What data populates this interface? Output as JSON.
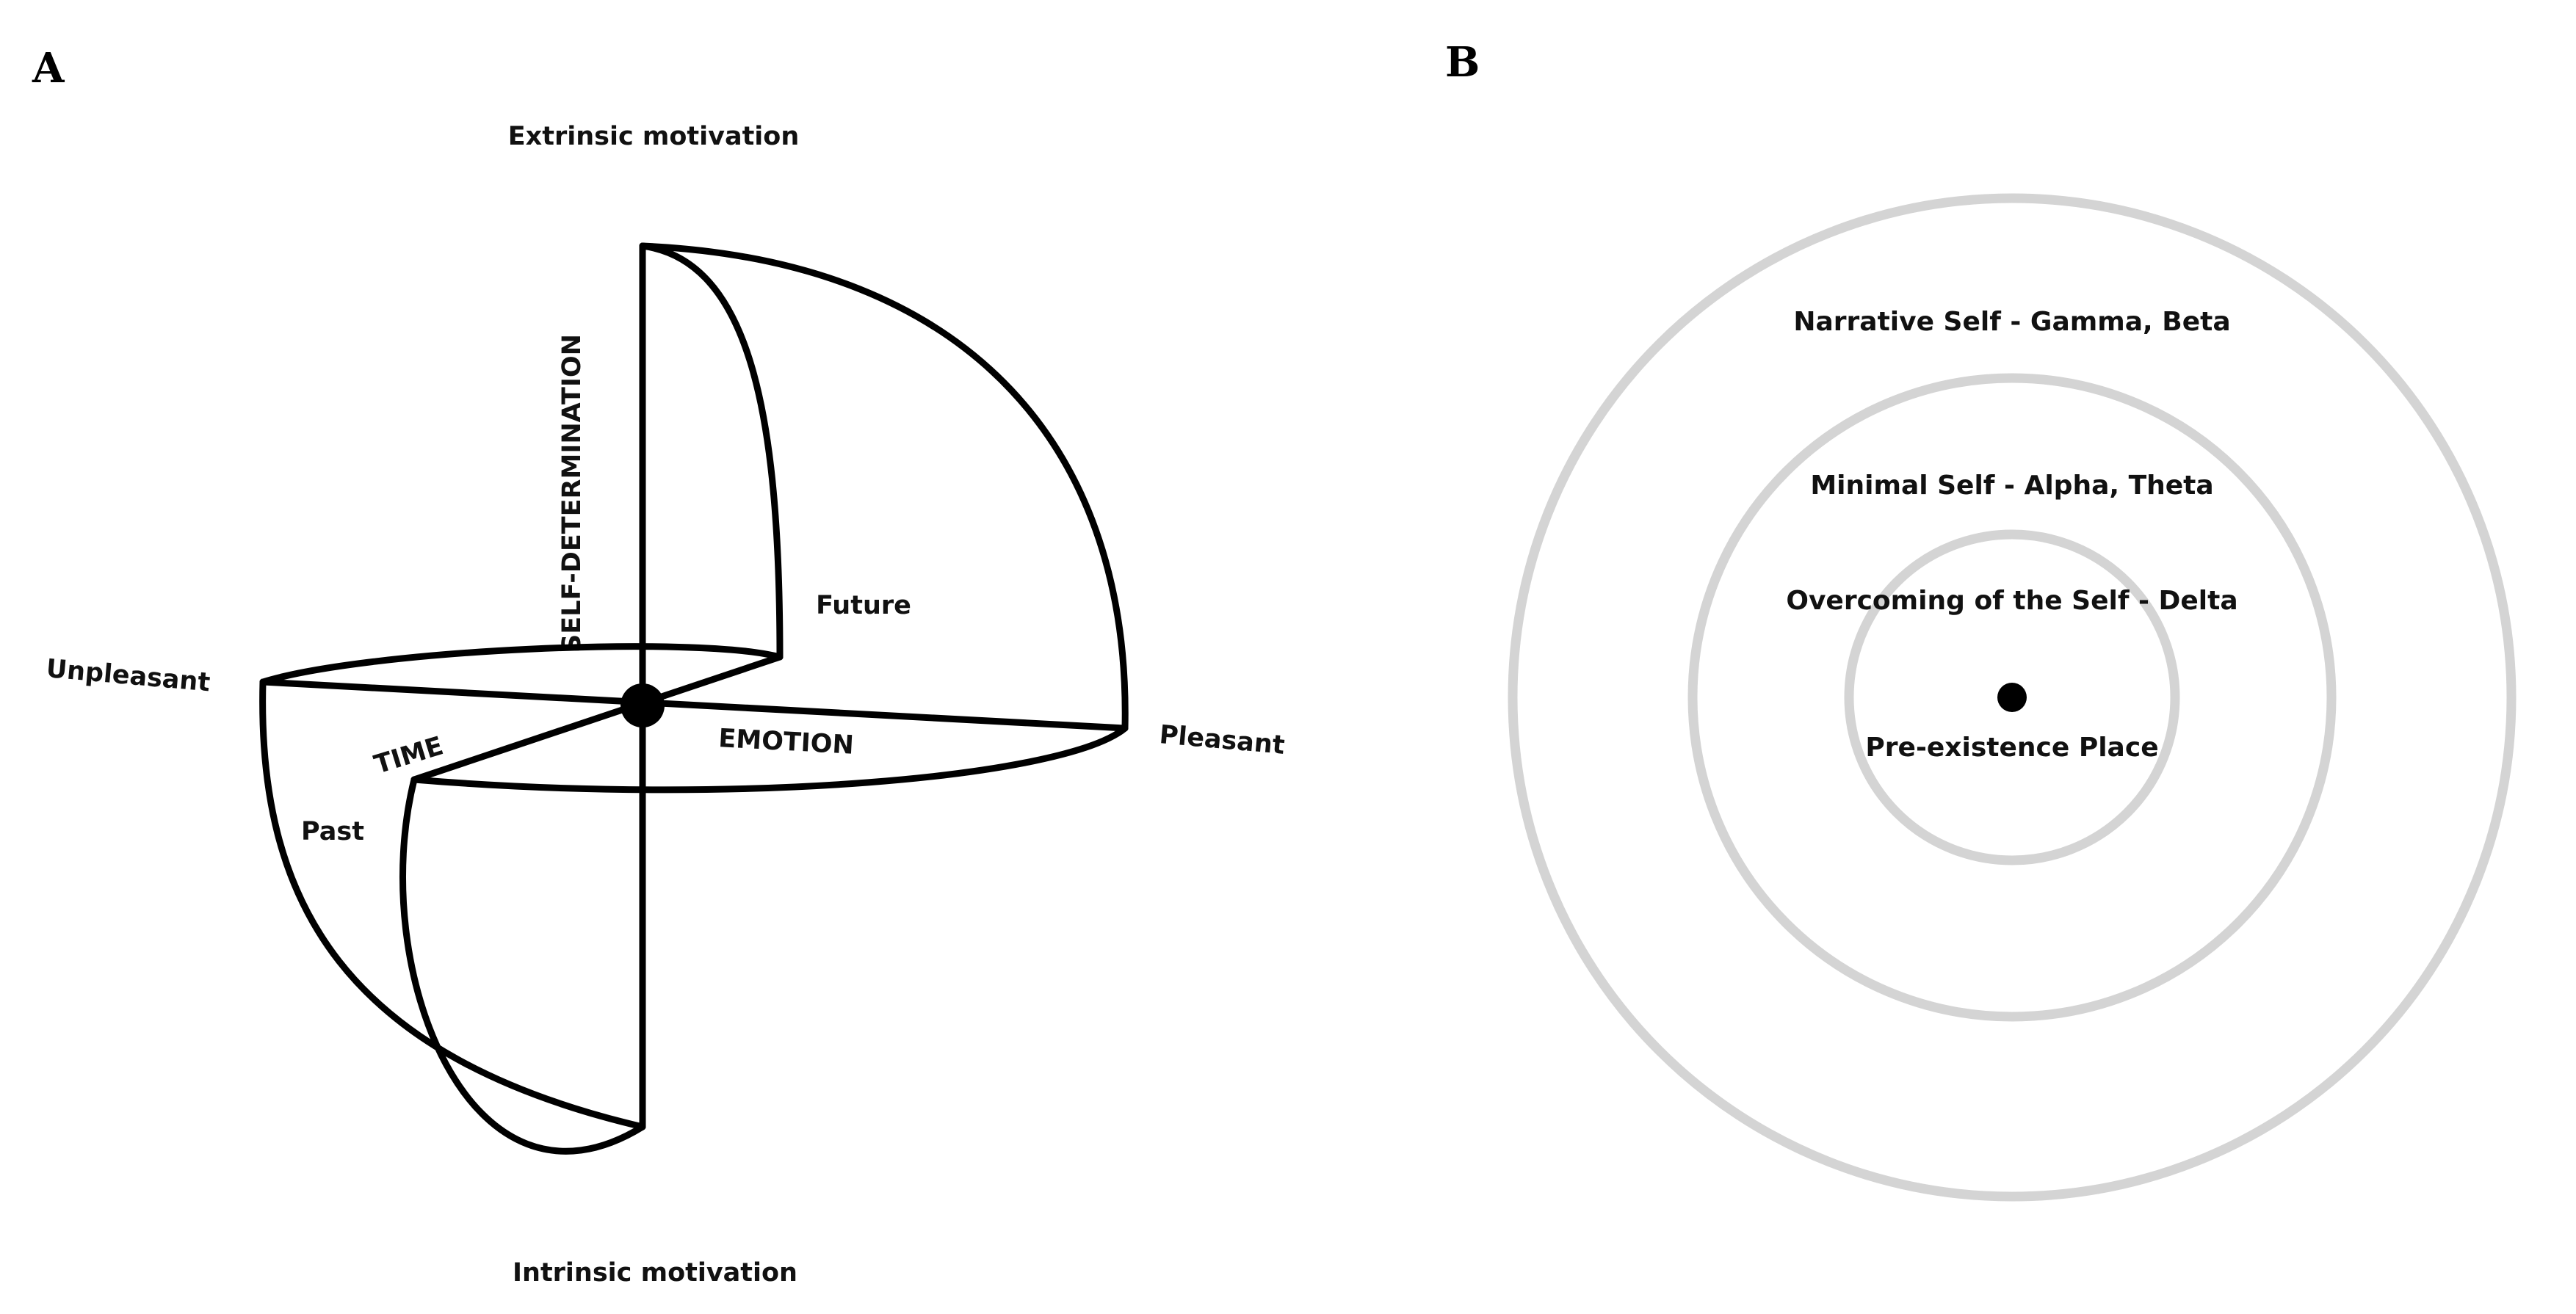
{
  "panel_a": {
    "letter": "A",
    "labels": {
      "top": "Extrinsic motivation",
      "bottom": "Intrinsic motivation",
      "left": "Unpleasant",
      "right": "Pleasant",
      "vertical_axis": "SELF-DETERMINATION",
      "horizontal_axis": "EMOTION",
      "diagonal_axis": "TIME",
      "future": "Future",
      "past": "Past"
    }
  },
  "panel_b": {
    "letter": "B",
    "rings": [
      {
        "label": "Narrative Self - Gamma, Beta"
      },
      {
        "label": "Minimal Self - Alpha, Theta"
      },
      {
        "label": "Overcoming of the Self - Delta"
      }
    ],
    "center_label": "Pre-existence Place",
    "ring_color": "#d4d4d4",
    "dot_color": "#000000"
  }
}
